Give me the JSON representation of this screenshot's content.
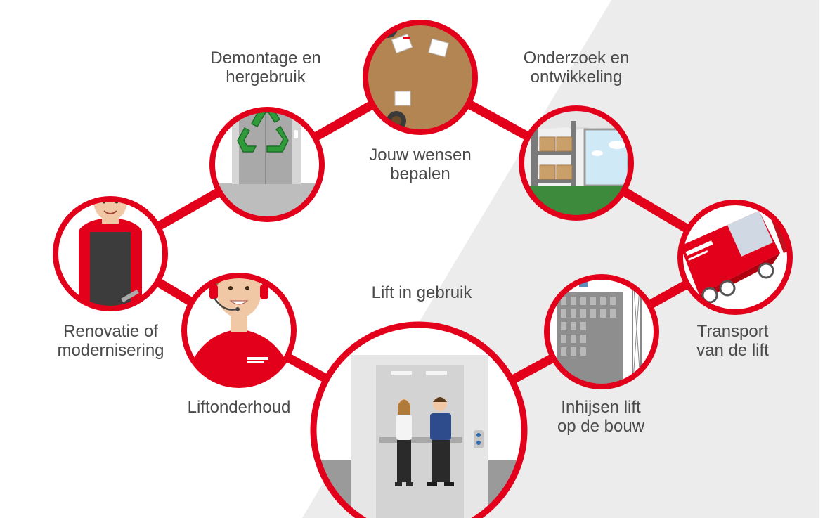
{
  "colors": {
    "brand_red": "#e2001a",
    "background_gray": "#ececec",
    "label_text": "#4a4a4a"
  },
  "steps": {
    "wensen": {
      "line1": "Jouw wensen",
      "line2": "bepalen",
      "icon": "meeting-table-icon"
    },
    "onderzoek": {
      "line1": "Onderzoek en",
      "line2": "ontwikkeling",
      "icon": "warehouse-icon"
    },
    "transport": {
      "line1": "Transport",
      "line2": "van de lift",
      "icon": "truck-icon"
    },
    "inhijsen": {
      "line1": "Inhijsen lift",
      "line2": "op de bouw",
      "icon": "crane-building-icon"
    },
    "gebruik": {
      "line1": "Lift in gebruik",
      "icon": "elevator-people-icon"
    },
    "onderhoud": {
      "line1": "Liftonderhoud",
      "icon": "headset-agent-icon"
    },
    "renovatie": {
      "line1": "Renovatie of",
      "line2": "modernisering",
      "icon": "mechanic-icon"
    },
    "demontage": {
      "line1": "Demontage en",
      "line2": "hergebruik",
      "icon": "recycle-elevator-icon"
    }
  }
}
